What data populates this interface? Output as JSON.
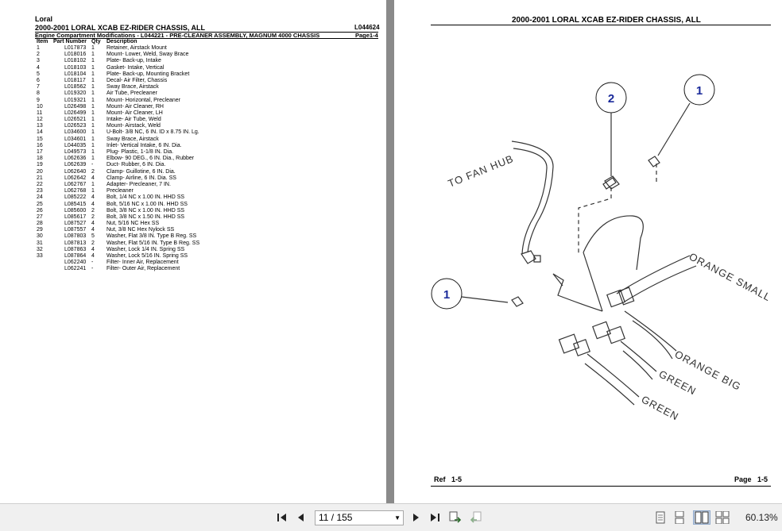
{
  "left_page": {
    "brand": "Loral",
    "title": "2000-2001 LORAL XCAB EZ-RIDER CHASSIS, ALL",
    "doc_code": "L044624",
    "subtitle": "Engine Compartment Modifications - L044221 - PRE-CLEANER ASSEMBLY, MAGNUM 4000 CHASSIS",
    "page_ref": "Page1-4",
    "columns": {
      "item": "Item",
      "part": "Part Number",
      "qty": "Qty",
      "desc": "Description"
    },
    "rows": [
      {
        "item": "1",
        "part": "L017873",
        "qty": "1",
        "desc": "Retainer, Airstack Mount"
      },
      {
        "item": "2",
        "part": "L018016",
        "qty": "1",
        "desc": "Mount- Lower, Weld, Sway Brace"
      },
      {
        "item": "3",
        "part": "L018102",
        "qty": "1",
        "desc": "Plate- Back-up, Intake"
      },
      {
        "item": "4",
        "part": "L018103",
        "qty": "1",
        "desc": "Gasket- Intake, Vertical"
      },
      {
        "item": "5",
        "part": "L018104",
        "qty": "1",
        "desc": "Plate- Back-up, Mounting Bracket"
      },
      {
        "item": "6",
        "part": "L018117",
        "qty": "1",
        "desc": "Decal- Air Filter, Chassis"
      },
      {
        "item": "7",
        "part": "L018562",
        "qty": "1",
        "desc": "Sway Brace, Airstack"
      },
      {
        "item": "8",
        "part": "L019320",
        "qty": "1",
        "desc": "Air Tube, Precleaner"
      },
      {
        "item": "9",
        "part": "L019321",
        "qty": "1",
        "desc": "Mount- Horizontal, Precleaner"
      },
      {
        "item": "10",
        "part": "L026498",
        "qty": "1",
        "desc": "Mount- Air Cleaner, RH"
      },
      {
        "item": "11",
        "part": "L026499",
        "qty": "1",
        "desc": "Mount- Air Cleaner, LH"
      },
      {
        "item": "12",
        "part": "L026521",
        "qty": "1",
        "desc": "Intake- Air Tube, Weld"
      },
      {
        "item": "13",
        "part": "L026523",
        "qty": "1",
        "desc": "Mount- Airstack, Weld"
      },
      {
        "item": "14",
        "part": "L034600",
        "qty": "1",
        "desc": "U-Bolt- 3/8 NC, 6 IN. ID x 8.75 IN. Lg."
      },
      {
        "item": "15",
        "part": "L034601",
        "qty": "1",
        "desc": "Sway Brace, Airstack"
      },
      {
        "item": "16",
        "part": "L044035",
        "qty": "1",
        "desc": "Inlet- Vertical Intake, 6 IN. Dia."
      },
      {
        "item": "17",
        "part": "L049573",
        "qty": "1",
        "desc": "Plug- Plastic, 1-1/8 IN. Dia."
      },
      {
        "item": "18",
        "part": "L062636",
        "qty": "1",
        "desc": "Elbow- 90 DEG., 6 IN. Dia., Rubber"
      },
      {
        "item": "19",
        "part": "L062639",
        "qty": "-",
        "desc": "Duct- Rubber, 6 IN. Dia."
      },
      {
        "item": "20",
        "part": "L062640",
        "qty": "2",
        "desc": "Clamp- Guillotine, 6 IN. Dia."
      },
      {
        "item": "21",
        "part": "L062642",
        "qty": "4",
        "desc": "Clamp- Airline, 6 IN. Dia. SS"
      },
      {
        "item": "22",
        "part": "L062767",
        "qty": "1",
        "desc": "Adapter- Precleaner, 7 IN."
      },
      {
        "item": "23",
        "part": "L062768",
        "qty": "1",
        "desc": "Precleaner"
      },
      {
        "item": "24",
        "part": "L085222",
        "qty": "4",
        "desc": "Bolt, 1/4 NC x 1.00 IN. HHD SS"
      },
      {
        "item": "25",
        "part": "L085415",
        "qty": "4",
        "desc": "Bolt, 5/16 NC x 1.00 IN. HHD SS"
      },
      {
        "item": "26",
        "part": "L085600",
        "qty": "2",
        "desc": "Bolt, 3/8 NC x 1.00 IN. HHD SS"
      },
      {
        "item": "27",
        "part": "L085617",
        "qty": "2",
        "desc": "Bolt, 3/8 NC x 1.50 IN. HHD SS"
      },
      {
        "item": "28",
        "part": "L087527",
        "qty": "4",
        "desc": "Nut, 5/16 NC Hex SS"
      },
      {
        "item": "29",
        "part": "L087557",
        "qty": "4",
        "desc": "Nut, 3/8 NC Hex Nylock SS"
      },
      {
        "item": "30",
        "part": "L087803",
        "qty": "5",
        "desc": "Washer, Flat 3/8 IN. Type B Reg. SS"
      },
      {
        "item": "31",
        "part": "L087813",
        "qty": "2",
        "desc": "Washer, Flat 5/16 IN. Type B Reg. SS"
      },
      {
        "item": "32",
        "part": "L087863",
        "qty": "4",
        "desc": "Washer, Lock 1/4 IN. Spring SS"
      },
      {
        "item": "33",
        "part": "L087864",
        "qty": "4",
        "desc": "Washer, Lock 5/16 IN. Spring SS"
      },
      {
        "item": "",
        "part": "L062240",
        "qty": "-",
        "desc": "Filter- Inner Air, Replacement"
      },
      {
        "item": "",
        "part": "L062241",
        "qty": "-",
        "desc": "Filter- Outer Air, Replacement"
      }
    ]
  },
  "right_page": {
    "title": "2000-2001 LORAL XCAB EZ-RIDER CHASSIS, ALL",
    "callouts": [
      "2",
      "1",
      "1"
    ],
    "labels": {
      "to_fan_hub": "TO FAN HUB",
      "orange_small": "ORANGE SMALL",
      "orange_big": "ORANGE BIG",
      "green1": "GREEN",
      "green2": "GREEN"
    },
    "footer_ref": "Ref   1-5",
    "footer_page": "Page   1-5"
  },
  "toolbar": {
    "page_indicator": "11 / 155",
    "zoom": "60.13%"
  }
}
